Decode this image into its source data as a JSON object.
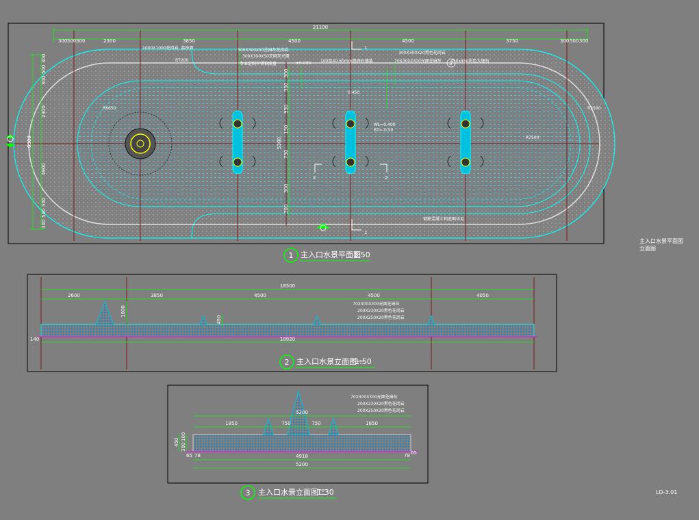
{
  "plan": {
    "overall_dim": "21100",
    "top_dims": [
      "300",
      "500",
      "300",
      "2300",
      "3850",
      "4500",
      "4500",
      "3750",
      "300",
      "500",
      "300"
    ],
    "left_dims": [
      "300",
      "500",
      "300",
      "2300",
      "4900",
      "300",
      "500",
      "300"
    ],
    "total_height": "8500",
    "center_dims": [
      "300",
      "300",
      "950",
      "150",
      "5300",
      "750",
      "300",
      "300"
    ],
    "notes": [
      "1000X1000花岗岩, 荔枝面",
      "300X300X50芝麻灰花岗岩",
      "300X300X50芝麻灰光面",
      "专业定制不锈钢底盘",
      "±0.000",
      "100厚40-60mm鹅卵石铺装",
      "300X300X20黑色花岗岩",
      "70X300X300光面芝麻灰",
      "450x450彩色大理石",
      "0.450",
      "WL=0.400",
      "BT=-0.50",
      "钢筋混凝土构造图详见",
      "R7200",
      "R2500",
      "R7500",
      "R6650"
    ],
    "section_marks": [
      "1",
      "1",
      "2",
      "2",
      "3"
    ],
    "title_number": "1",
    "title": "主入口水景平面图",
    "scale": "1:50"
  },
  "side_label": {
    "line1": "主入口水景平面图",
    "line2": "立面图"
  },
  "elev1": {
    "overall_dim": "18500",
    "top_dims": [
      "2600",
      "3850",
      "4500",
      "4500",
      "4050"
    ],
    "height_dims": [
      "1000",
      "450"
    ],
    "notes": [
      "70X300X300光面芝麻灰",
      "200X230X20黑色花岗岩",
      "200X250X20黑色花岗岩"
    ],
    "bottom_dim": "18920",
    "end_dim": "140",
    "title_number": "2",
    "title": "主入口水景立面图一",
    "scale": "1:50"
  },
  "elev2": {
    "overall_dim": "5200",
    "top_dims": [
      "1850",
      "750",
      "750",
      "1850"
    ],
    "left_dims": [
      "450",
      "100",
      "300"
    ],
    "bottom_dims": [
      "65",
      "78",
      "4918",
      "78",
      "65"
    ],
    "bottom_total": "5200",
    "notes": [
      "70X300X300光面芝麻灰",
      "200X230X20黑色花岗岩",
      "200X250X20黑色花岗岩"
    ],
    "title_number": "3",
    "title": "主入口水景立面图二",
    "scale": "1:30"
  },
  "sheet_no": "LD-3.01",
  "colors": {
    "background": "#7f7f7f",
    "dimension": "#00ff00",
    "pool_outline": "#00ffff",
    "axis": "#7a1a1a",
    "accent": "#ffff00",
    "magenta": "#ff00ff"
  }
}
